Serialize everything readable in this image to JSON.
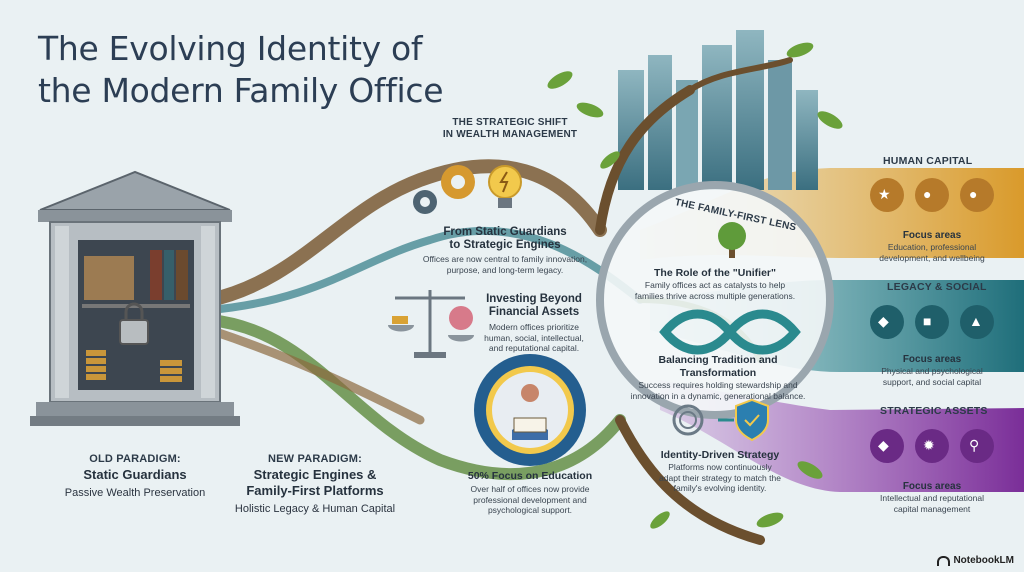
{
  "title_line1": "The Evolving Identity of",
  "title_line2": "the Modern Family Office",
  "shift_line1": "THE STRATEGIC SHIFT",
  "shift_line2": "IN WEALTH MANAGEMENT",
  "old": {
    "label": "OLD PARADIGM:",
    "name": "Static Guardians",
    "sub": "Passive Wealth Preservation"
  },
  "new": {
    "label": "NEW PARADIGM:",
    "name1": "Strategic Engines &",
    "name2": "Family-First Platforms",
    "sub": "Holistic Legacy & Human Capital"
  },
  "guardians_to_engines": {
    "title1": "From Static Guardians",
    "title2": "to Strategic Engines",
    "body1": "Offices are now central to family innovation,",
    "body2": "purpose, and long-term legacy."
  },
  "investing": {
    "title1": "Investing Beyond",
    "title2": "Financial Assets",
    "body1": "Modern offices prioritize",
    "body2": "human, social, intellectual,",
    "body3": "and reputational capital."
  },
  "education": {
    "title": "50% Focus on Education",
    "body1": "Over half of offices now provide",
    "body2": "professional development and",
    "body3": "psychological support."
  },
  "lens": {
    "title": "THE FAMILY-FIRST LENS",
    "unifier_title": "The Role of the \"Unifier\"",
    "unifier_body1": "Family offices act as catalysts to help",
    "unifier_body2": "families thrive across multiple generations.",
    "balance_title": "Balancing Tradition and Transformation",
    "balance_body1": "Success requires holding stewardship and",
    "balance_body2": "innovation in a dynamic, generational balance."
  },
  "identity": {
    "title": "Identity-Driven Strategy",
    "body1": "Platforms now continuously",
    "body2": "adapt their strategy to match the",
    "body3": "family's evolving identity."
  },
  "human_capital": {
    "label": "HUMAN CAPITAL",
    "focus": "Focus areas",
    "body1": "Education, professional",
    "body2": "development, and wellbeing"
  },
  "legacy_social": {
    "label": "LEGACY & SOCIAL",
    "focus": "Focus areas",
    "body1": "Physical and psychological",
    "body2": "support, and social capital"
  },
  "strategic_assets": {
    "label": "STRATEGIC ASSETS",
    "focus": "Focus areas",
    "body1": "Intellectual and reputational",
    "body2": "capital management"
  },
  "wordmark": "NotebookLM",
  "colors": {
    "background": "#eaf1f3",
    "gold": "#e3a93a",
    "teal": "#1f7f86",
    "purple": "#8b3aa6",
    "green": "#6aa13a",
    "navy": "#2c3e54"
  }
}
